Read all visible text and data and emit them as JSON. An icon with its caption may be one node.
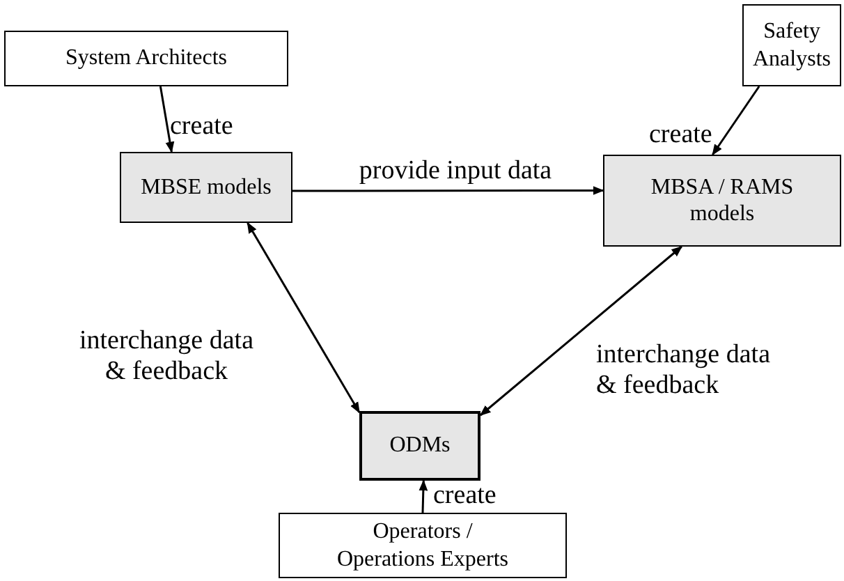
{
  "diagram": {
    "nodes": [
      {
        "text": [
          "System Architects"
        ]
      },
      {
        "text": [
          "Safety Analysts"
        ]
      },
      {
        "text": [
          "MBSE models"
        ]
      },
      {
        "text": [
          "MBSA / RAMS models"
        ]
      },
      {
        "text": [
          "ODMs"
        ]
      },
      {
        "text": [
          "Operators / Operations Experts"
        ]
      }
    ],
    "edges": [
      {
        "from": 0,
        "to": 2,
        "arrow": "to",
        "label": "create"
      },
      {
        "from": 1,
        "to": 3,
        "arrow": "to",
        "label": "create"
      },
      {
        "from": 2,
        "to": 3,
        "arrow": "to",
        "label": "provide input data"
      },
      {
        "from": 2,
        "to": 4,
        "arrow": "both",
        "label": "interchange data & feedback"
      },
      {
        "from": 3,
        "to": 4,
        "arrow": "both",
        "label": "interchange data & feedback"
      },
      {
        "from": 5,
        "to": 4,
        "arrow": "to",
        "label": "create"
      }
    ]
  }
}
